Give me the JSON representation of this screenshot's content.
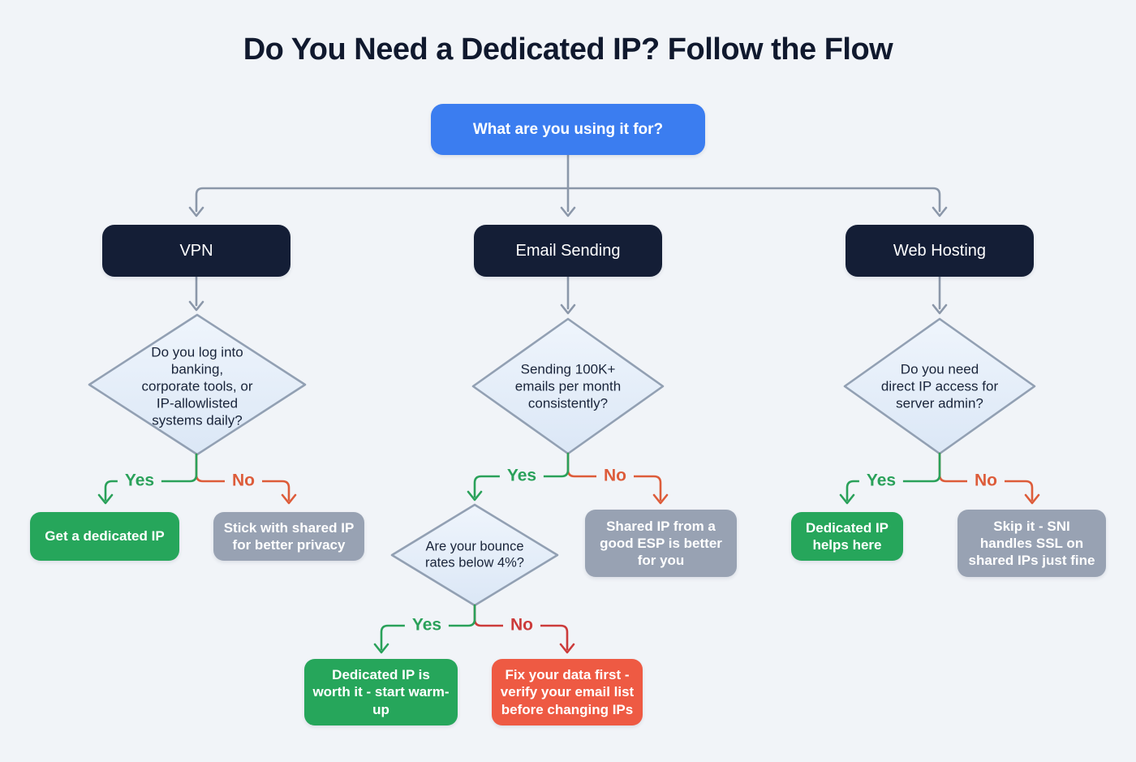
{
  "title": "Do You Need a Dedicated IP? Follow the Flow",
  "root": {
    "label": "What are you using it for?"
  },
  "branches": [
    {
      "label": "VPN",
      "question": "Do you log into\nbanking,\ncorporate tools, or\nIP-allowlisted\nsystems daily?",
      "yes_label": "Yes",
      "no_label": "No",
      "yes_result": "Get a dedicated IP",
      "no_result": "Stick with shared IP for better privacy"
    },
    {
      "label": "Email Sending",
      "question": "Sending 100K+\nemails per month\nconsistently?",
      "yes_label": "Yes",
      "no_label": "No",
      "no_result": "Shared IP from a good ESP is better for you",
      "sub_question": "Are your bounce\nrates below 4%?",
      "sub_yes_label": "Yes",
      "sub_no_label": "No",
      "sub_yes_result": "Dedicated IP is worth it - start warm-up",
      "sub_no_result": "Fix your data first - verify your email list before changing IPs"
    },
    {
      "label": "Web Hosting",
      "question": "Do you need\ndirect IP access for\nserver admin?",
      "yes_label": "Yes",
      "no_label": "No",
      "yes_result": "Dedicated IP helps here",
      "no_result": "Skip it - SNI handles SSL on shared IPs just fine"
    }
  ],
  "colors": {
    "background": "#f1f4f8",
    "root_blue": "#3b7df0",
    "branch_navy": "#141e36",
    "diamond_border": "#92a0b3",
    "connector_gray": "#8b97a9",
    "yes_green": "#2aa15a",
    "no_orange": "#dd5c3a",
    "no_red": "#cc3b3b",
    "result_green": "#26a65b",
    "result_gray": "#98a2b3",
    "result_red": "#ee5a43"
  }
}
